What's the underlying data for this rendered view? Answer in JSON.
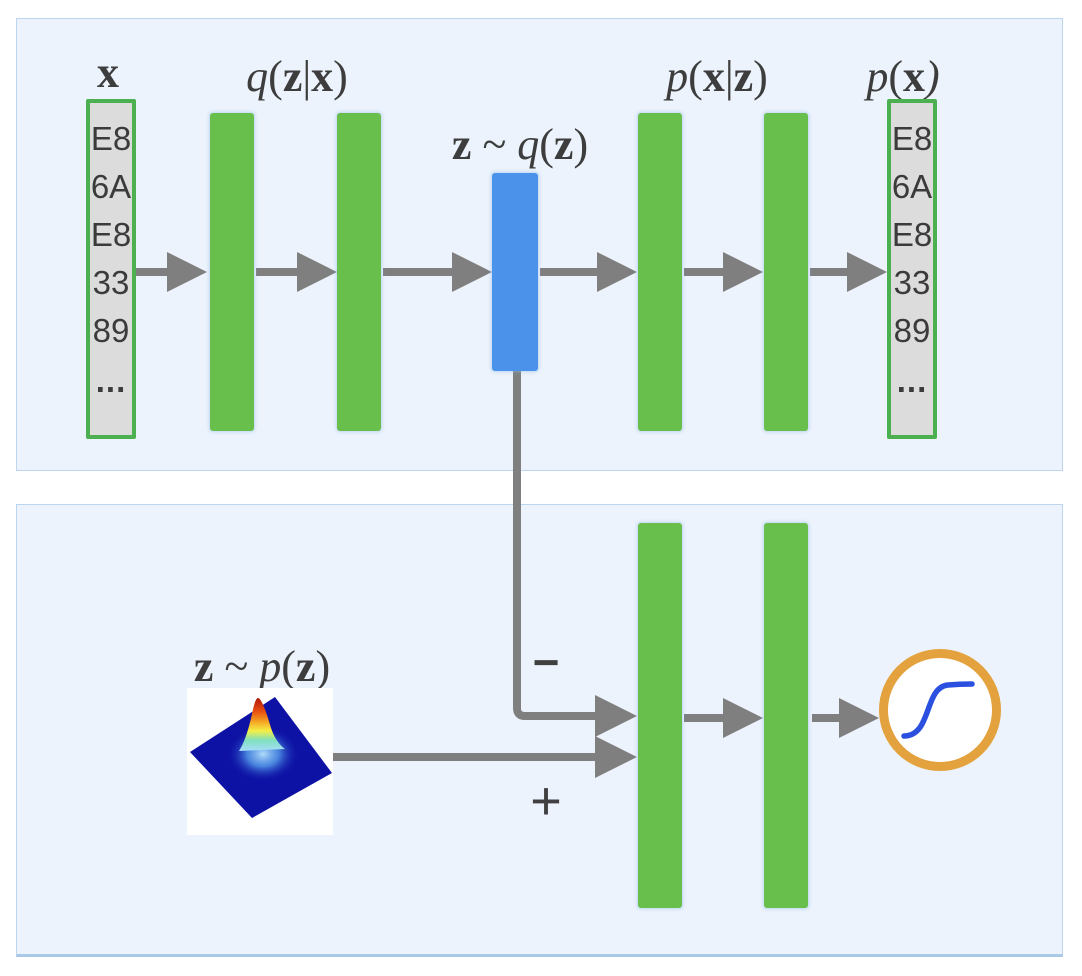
{
  "diagram": {
    "top_panel": {
      "input_label": {
        "text": "x",
        "parts": [
          {
            "t": "x",
            "s": "b"
          }
        ]
      },
      "input_vector": {
        "values": [
          "E8",
          "6A",
          "E8",
          "33",
          "89",
          "..."
        ]
      },
      "encoder_label": {
        "text": "q(z|x)",
        "parts": [
          {
            "t": "q",
            "s": "i"
          },
          {
            "t": "(",
            "s": "r"
          },
          {
            "t": "z",
            "s": "b"
          },
          {
            "t": "|",
            "s": "r"
          },
          {
            "t": "x",
            "s": "b"
          },
          {
            "t": ")",
            "s": "r"
          }
        ]
      },
      "latent_label": {
        "text": "z ~ q(z)",
        "parts": [
          {
            "t": "z",
            "s": "b"
          },
          {
            "t": " ~ ",
            "s": "r"
          },
          {
            "t": "q",
            "s": "i"
          },
          {
            "t": "(",
            "s": "r"
          },
          {
            "t": "z",
            "s": "b"
          },
          {
            "t": ")",
            "s": "r"
          }
        ]
      },
      "decoder_label": {
        "text": "p(x|z)",
        "parts": [
          {
            "t": "p",
            "s": "i"
          },
          {
            "t": "(",
            "s": "r"
          },
          {
            "t": "x",
            "s": "b"
          },
          {
            "t": "|",
            "s": "r"
          },
          {
            "t": "z",
            "s": "b"
          },
          {
            "t": ")",
            "s": "r"
          }
        ]
      },
      "output_label": {
        "text": "p(x)",
        "parts": [
          {
            "t": "p",
            "s": "i"
          },
          {
            "t": "(",
            "s": "r"
          },
          {
            "t": "x",
            "s": "b"
          },
          {
            "t": ")",
            "s": "i"
          }
        ]
      },
      "output_vector": {
        "values": [
          "E8",
          "6A",
          "E8",
          "33",
          "89",
          "..."
        ]
      }
    },
    "bottom_panel": {
      "prior_label": {
        "text": "z ~ p(z)",
        "parts": [
          {
            "t": "z",
            "s": "b"
          },
          {
            "t": " ~ ",
            "s": "r"
          },
          {
            "t": "p",
            "s": "i"
          },
          {
            "t": "(",
            "s": "r"
          },
          {
            "t": "z",
            "s": "b"
          },
          {
            "t": ")",
            "s": "r"
          }
        ]
      },
      "minus_label": "−",
      "plus_label": "+",
      "prior_image": "gaussian-surface-plot",
      "activation_icon": "sigmoid-curve"
    },
    "colors": {
      "panel_background": "#ecf3fc",
      "panel_border": "#bcd6ef",
      "layer_green": "#69bf4c",
      "latent_blue": "#4a92ea",
      "arrow_gray": "#7f7f7f",
      "vector_fill": "#dcdcdc",
      "vector_border": "#4caf50",
      "sigmoid_ring_orange": "#e3a23d",
      "sigmoid_curve_blue": "#2b50e0",
      "label_text": "#3d3d3d"
    }
  }
}
